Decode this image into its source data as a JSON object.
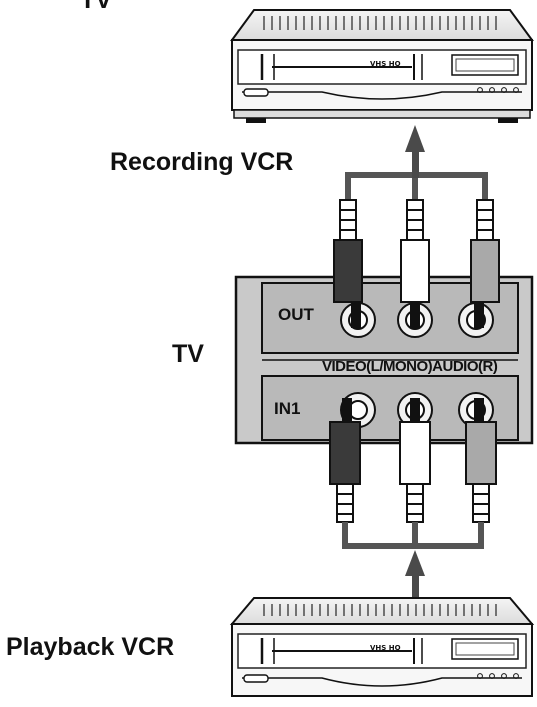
{
  "labels": {
    "top_cut": "TV",
    "recording_vcr": "Recording VCR",
    "tv": "TV",
    "playback_vcr": "Playback VCR"
  },
  "panel": {
    "out": "OUT",
    "in1": "IN1",
    "jack_labels": "VIDEO(L/MONO)AUDIO(R)"
  },
  "vcr_logo": "VHS HQ",
  "colors": {
    "panel_fill": "#c9c9c9",
    "panel_inner": "#b9b9b9",
    "video_plug": "#3a3a3a",
    "left_plug": "#ffffff",
    "right_plug": "#a9a9a9",
    "cable": "#555555",
    "arrow": "#4a4a4a"
  }
}
